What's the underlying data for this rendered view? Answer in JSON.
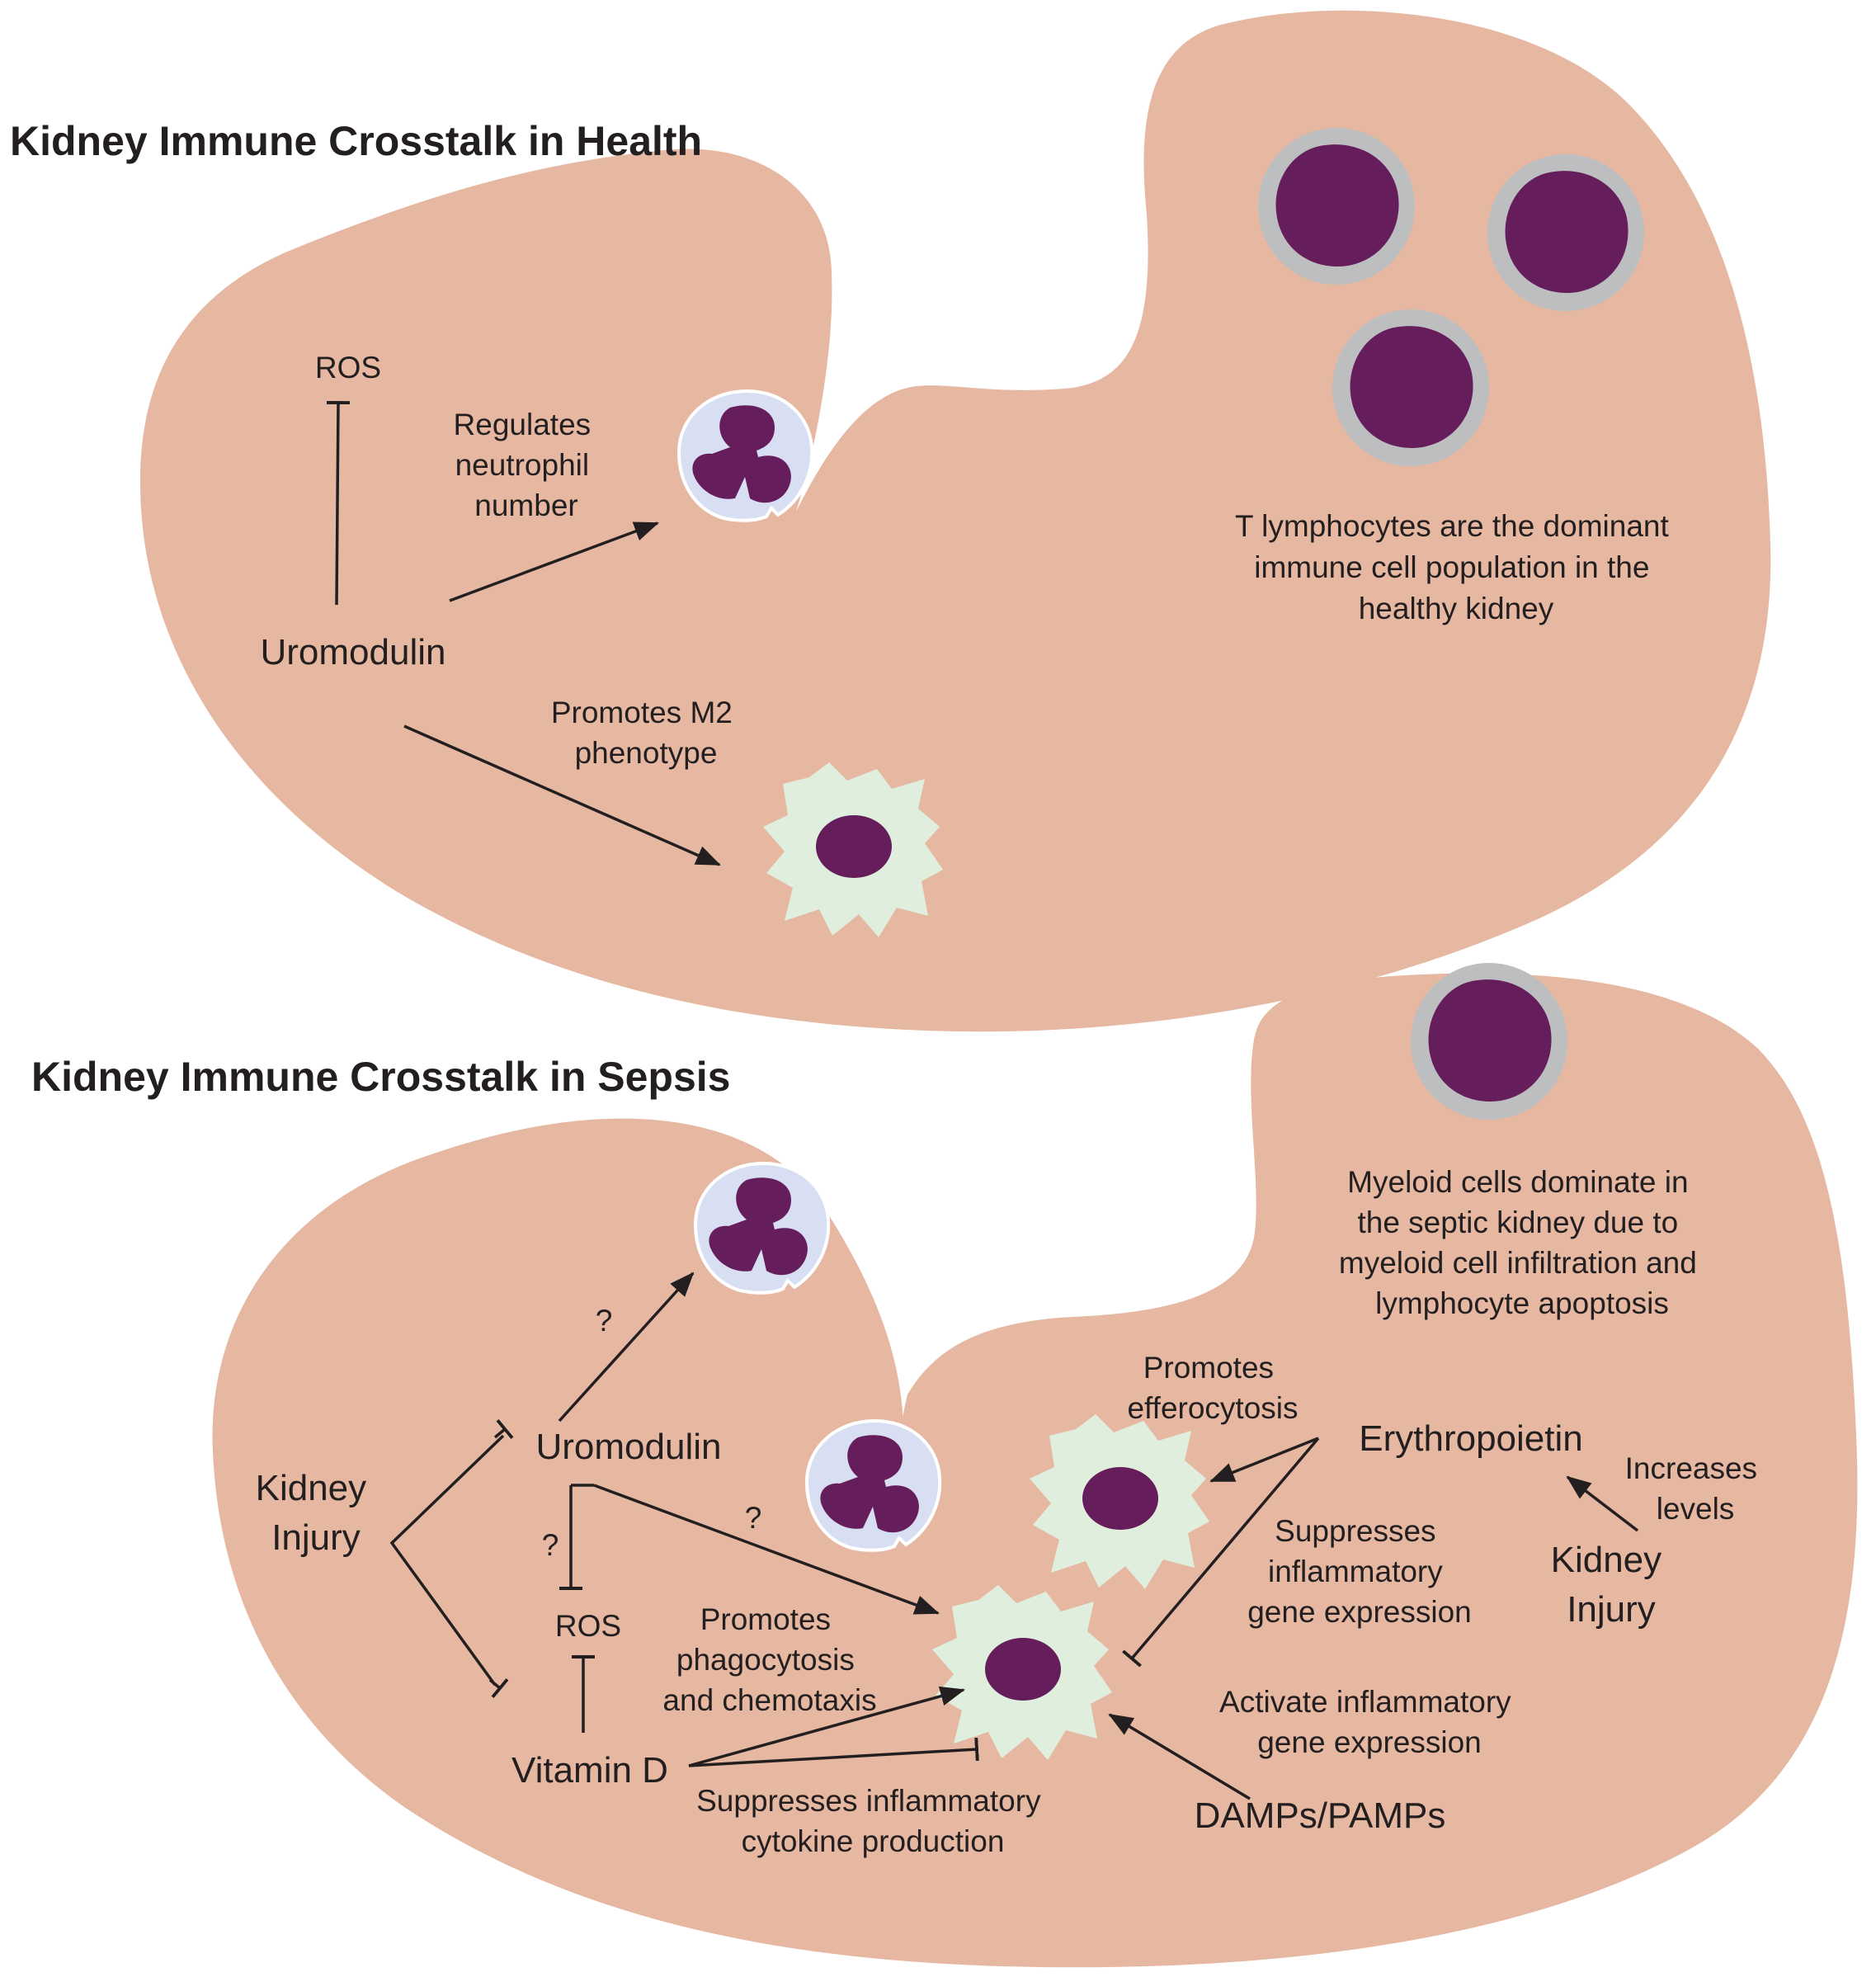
{
  "health": {
    "title": "Kidney Immune Crosstalk in Health",
    "ros": "ROS",
    "uromodulin": "Uromodulin",
    "regulates": [
      "Regulates",
      "neutrophil",
      "number"
    ],
    "promotes_m2": [
      "Promotes M2",
      "phenotype"
    ],
    "t_lymph": [
      "T lymphocytes are the dominant",
      "immune cell population in the",
      "healthy kidney"
    ]
  },
  "sepsis": {
    "title": "Kidney Immune Crosstalk in Sepsis",
    "myeloid": [
      "Myeloid cells dominate in",
      "the septic kidney due to",
      "myeloid cell infiltration and",
      "lymphocyte apoptosis"
    ],
    "kidney_injury_left": [
      "Kidney",
      "Injury"
    ],
    "uromodulin": "Uromodulin",
    "question": "?",
    "ros": "ROS",
    "vitamin_d": "Vitamin D",
    "promotes_phago": [
      "Promotes",
      "phagocytosis",
      "and chemotaxis"
    ],
    "suppresses_cytokine": [
      "Suppresses inflammatory",
      "cytokine production"
    ],
    "promotes_effero": [
      "Promotes",
      "efferocytosis"
    ],
    "erythropoietin": "Erythropoietin",
    "increases_levels": [
      "Increases",
      "levels"
    ],
    "kidney_injury_right": [
      "Kidney",
      "Injury"
    ],
    "suppresses_gene": [
      "Suppresses",
      "inflammatory",
      "gene expression"
    ],
    "activate_gene": [
      "Activate inflammatory",
      "gene expression"
    ],
    "damps": "DAMPs/PAMPs"
  }
}
